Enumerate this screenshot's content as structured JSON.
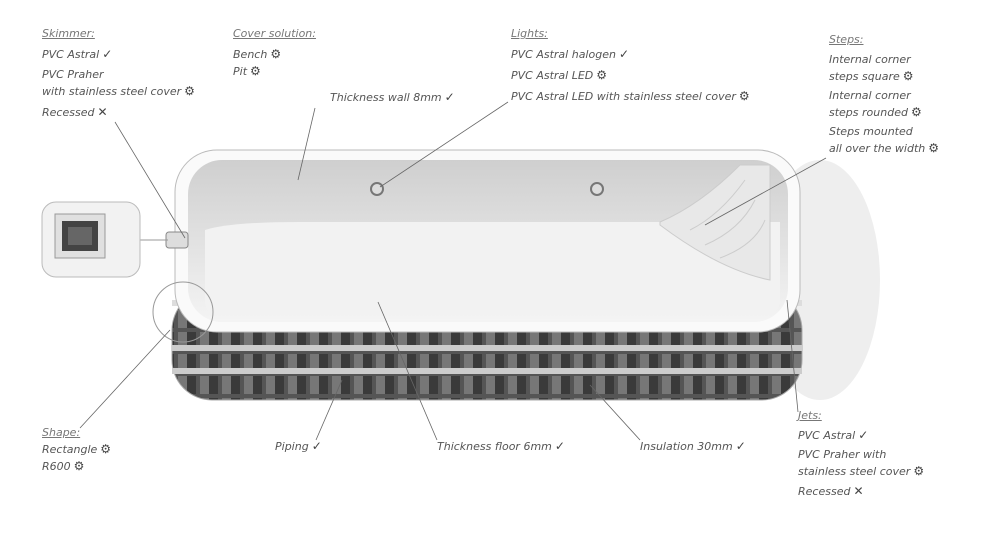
{
  "skimmer": {
    "heading": "Skimmer:",
    "items": [
      {
        "text": "PVC Astral",
        "icon": "check"
      },
      {
        "text": "PVC Praher",
        "icon": ""
      },
      {
        "text": "with stainless steel cover",
        "icon": "gear"
      },
      {
        "text": "Recessed",
        "icon": "cross"
      }
    ]
  },
  "cover": {
    "heading": "Cover solution:",
    "items": [
      {
        "text": "Bench",
        "icon": "gear"
      },
      {
        "text": "Pit",
        "icon": "gear"
      }
    ]
  },
  "wall": {
    "text": "Thickness wall 8mm",
    "icon": "check"
  },
  "lights": {
    "heading": "Lights:",
    "items": [
      {
        "text": "PVC Astral halogen",
        "icon": "check"
      },
      {
        "text": "PVC Astral LED",
        "icon": "gear"
      },
      {
        "text": "PVC Astral LED with stainless steel cover",
        "icon": "gear"
      }
    ]
  },
  "steps": {
    "heading": "Steps:",
    "items": [
      {
        "text": "Internal corner",
        "icon": ""
      },
      {
        "text": "steps square",
        "icon": "gear"
      },
      {
        "text": "Internal corner",
        "icon": ""
      },
      {
        "text": "steps rounded",
        "icon": "gear"
      },
      {
        "text": "Steps mounted",
        "icon": ""
      },
      {
        "text": "all over the width",
        "icon": "gear"
      }
    ]
  },
  "shape": {
    "heading": "Shape:",
    "items": [
      {
        "text": "Rectangle",
        "icon": "gear"
      },
      {
        "text": "R600",
        "icon": "gear"
      }
    ]
  },
  "piping": {
    "text": "Piping",
    "icon": "check"
  },
  "floor": {
    "text": "Thickness floor 6mm",
    "icon": "check"
  },
  "insulation": {
    "text": "Insulation 30mm",
    "icon": "check"
  },
  "jets": {
    "heading": "Jets:",
    "items": [
      {
        "text": "PVC Astral",
        "icon": "check"
      },
      {
        "text": "PVC Praher with",
        "icon": ""
      },
      {
        "text": "stainless steel cover",
        "icon": "gear"
      },
      {
        "text": "Recessed",
        "icon": "cross"
      }
    ]
  }
}
